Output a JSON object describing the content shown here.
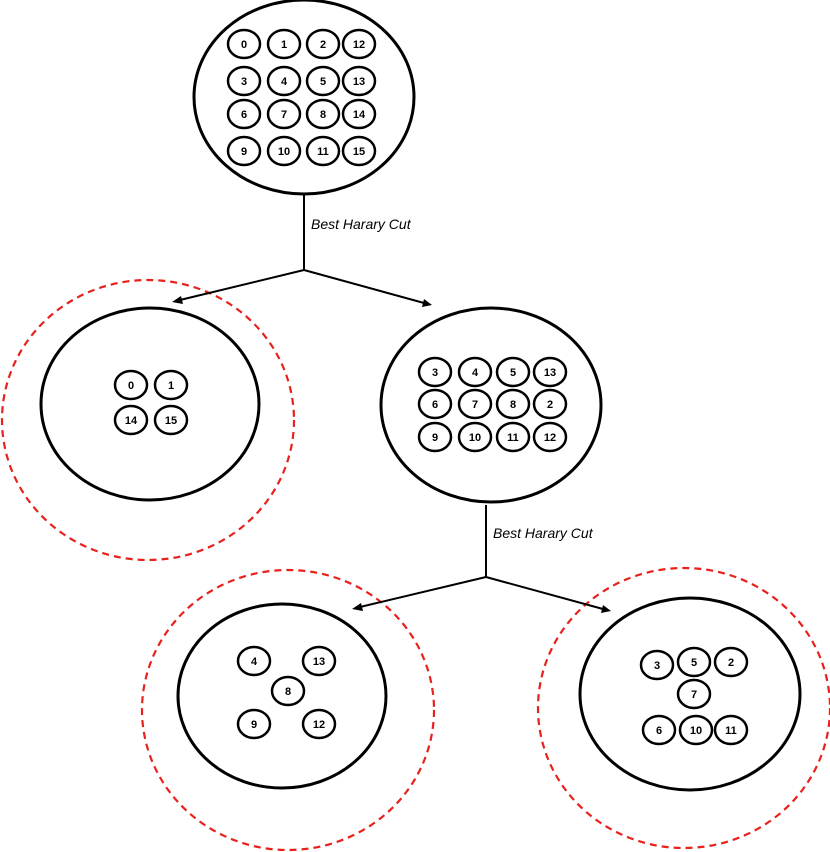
{
  "cut_label": "Best Harary Cut",
  "colors": {
    "outline": "#000000",
    "highlight_dashed": "#e8211c"
  },
  "clusters": {
    "root": [
      "0",
      "1",
      "2",
      "12",
      "3",
      "4",
      "5",
      "13",
      "6",
      "7",
      "8",
      "14",
      "9",
      "10",
      "11",
      "15"
    ],
    "left_leaf": [
      "0",
      "1",
      "14",
      "15"
    ],
    "middle": [
      "3",
      "4",
      "5",
      "13",
      "6",
      "7",
      "8",
      "2",
      "9",
      "10",
      "11",
      "12"
    ],
    "bottom_left_leaf": [
      "4",
      "13",
      "8",
      "9",
      "12"
    ],
    "bottom_right_leaf": [
      "3",
      "5",
      "2",
      "7",
      "6",
      "10",
      "11"
    ]
  }
}
